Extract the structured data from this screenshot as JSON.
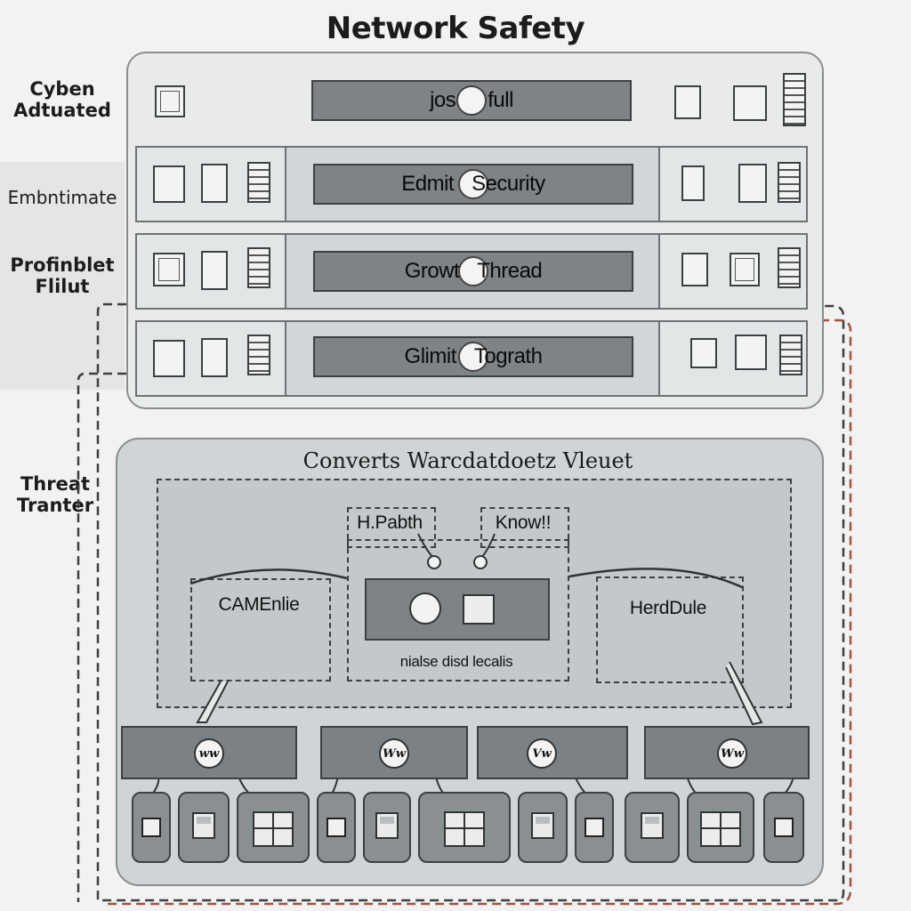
{
  "title": "Network Safety",
  "side_labels": {
    "first": "Cyben Adtuated",
    "second": "Embntimate",
    "third": "Profinblet Flilut",
    "fourth": "Threat Tranter"
  },
  "rows": [
    {
      "label": "jos",
      "label_tail": "full"
    },
    {
      "label": "Edmit",
      "label_tail": "Security"
    },
    {
      "label": "Growt",
      "label_tail": "Thread"
    },
    {
      "label": "Glimit",
      "label_tail": "Tograth"
    }
  ],
  "lower": {
    "title": "Converts Warcdatdoetz Vleuet",
    "left_box": "CAMEnlie",
    "right_box": "HerdDule",
    "tag_left": "H.Pabth",
    "tag_right": "Know!!",
    "center_caption": "nialse disd lecalis"
  },
  "gateways": [
    {
      "icon": "ww"
    },
    {
      "icon": "Ww"
    },
    {
      "icon": "Vw"
    },
    {
      "icon": "Ww"
    }
  ],
  "colors": {
    "panel": "#e9ebeb",
    "bar": "#7d8386",
    "lower_panel": "#cfd4d6",
    "connector_dark": "#3c4042",
    "connector_red": "#a0533f"
  }
}
